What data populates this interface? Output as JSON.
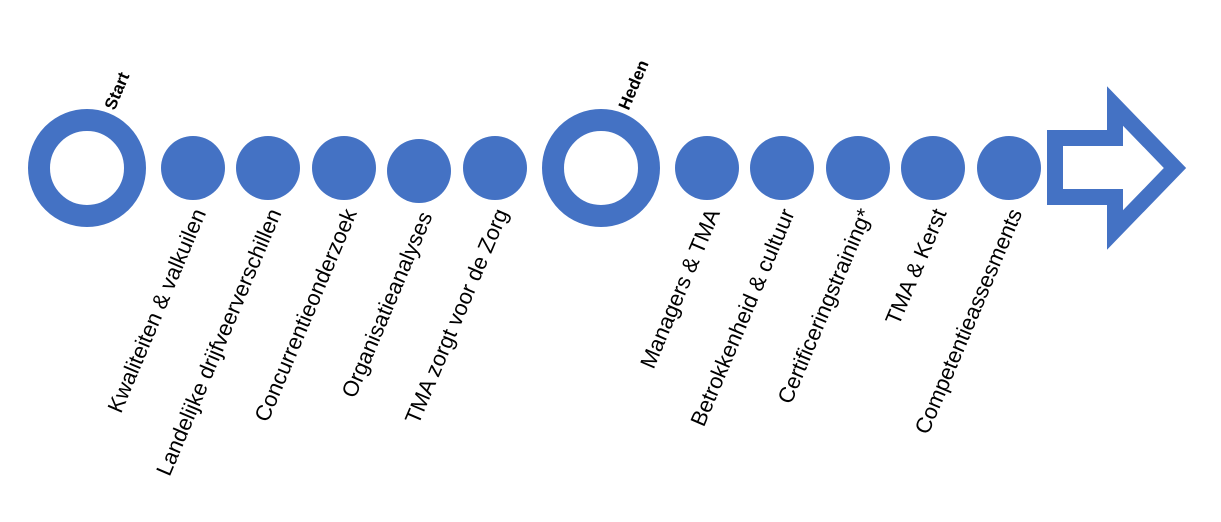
{
  "colors": {
    "accent": "#4472C4"
  },
  "milestones": {
    "start": "Start",
    "heden": "Heden"
  },
  "steps": [
    "Kwaliteiten & valkuilen",
    "Landelijke drijfveerverschillen",
    "Concurrentieonderzoek",
    "Organisatieanalyses",
    "TMA zorgt voor de Zorg",
    "Managers & TMA",
    "Betrokkenheid & cultuur",
    "Certificeringstraining*",
    "TMA & Kerst",
    "Competentieassesments"
  ],
  "icons": {
    "arrow": "arrow-right-outline-icon"
  }
}
